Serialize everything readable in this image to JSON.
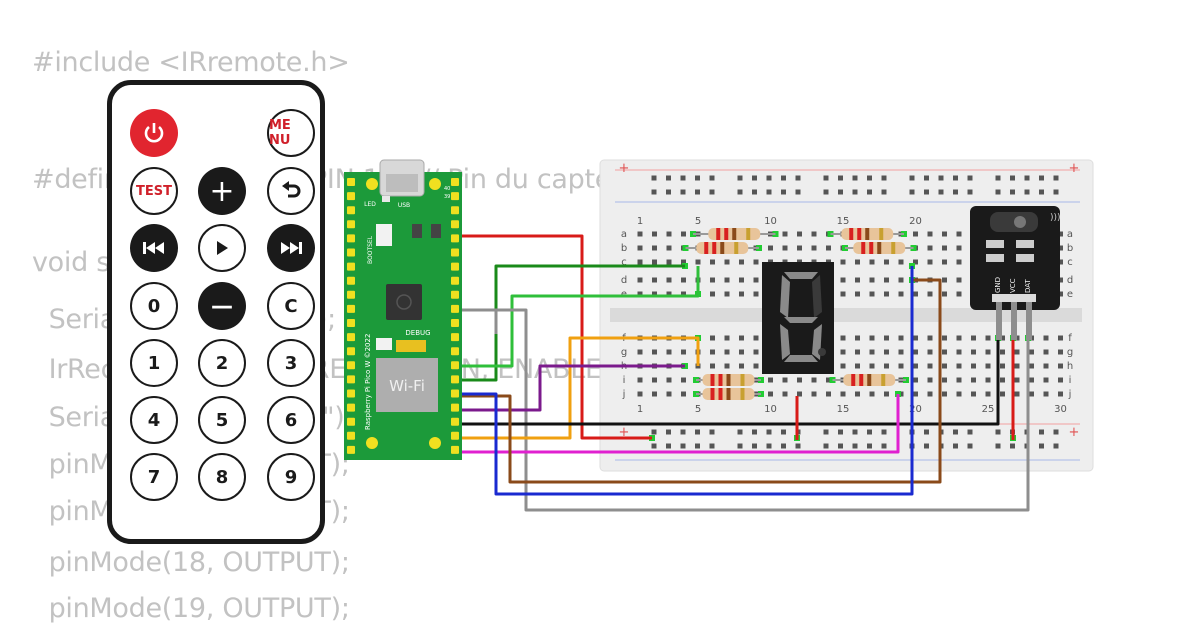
{
  "code": {
    "lines": [
      "#include <IRremote.h>",
      "",
      "#define IR_RECEIVE_PIN 16   // Pin du capteur",
      "",
      "void setup() {",
      "  Serial.begin(115200);",
      "  IrReceiver.begin(IR_RECEIVE_PIN, ENABLE_LED_FEEDBACK); // Pin du capteur",
      "  Serial.println(\"Ready\");",
      "  pinMode(16, OUTPUT);",
      "  pinMode(17, OUTPUT);",
      "  pinMode(18, OUTPUT);",
      "  pinMode(19, OUTPUT);"
    ]
  },
  "remote": {
    "buttons": [
      {
        "id": "power",
        "label": "",
        "icon": "power-icon"
      },
      {
        "id": "menu",
        "label": "ME NU"
      },
      {
        "id": "test",
        "label": "TEST"
      },
      {
        "id": "plus",
        "label": "+"
      },
      {
        "id": "back",
        "label": "",
        "icon": "back-arrow-icon"
      },
      {
        "id": "prev",
        "label": "",
        "icon": "previous-icon"
      },
      {
        "id": "play",
        "label": "",
        "icon": "play-icon"
      },
      {
        "id": "next",
        "label": "",
        "icon": "next-icon"
      },
      {
        "id": "zero",
        "label": "0"
      },
      {
        "id": "minus",
        "label": "—"
      },
      {
        "id": "clear",
        "label": "C"
      },
      {
        "id": "one",
        "label": "1"
      },
      {
        "id": "two",
        "label": "2"
      },
      {
        "id": "three",
        "label": "3"
      },
      {
        "id": "four",
        "label": "4"
      },
      {
        "id": "five",
        "label": "5"
      },
      {
        "id": "six",
        "label": "6"
      },
      {
        "id": "seven",
        "label": "7"
      },
      {
        "id": "eight",
        "label": "8"
      },
      {
        "id": "nine",
        "label": "9"
      }
    ]
  },
  "pico": {
    "usb_label": "USB",
    "led_label": "LED",
    "bootsel_label": "BOOTSEL",
    "debug_label": "DEBUG",
    "wifi_label": "Wi-Fi",
    "model_label": "Raspberry Pi Pico W ©2022",
    "pin_tp1": "1",
    "pin_tp2": "2",
    "pin_39": "39",
    "pin_40": "40"
  },
  "breadboard": {
    "col_numbers": [
      "1",
      "5",
      "10",
      "15",
      "20",
      "25",
      "30"
    ],
    "rows_top": [
      "a",
      "b",
      "c",
      "d",
      "e"
    ],
    "rows_bottom": [
      "f",
      "g",
      "h",
      "i",
      "j"
    ],
    "rail_plus": "+",
    "rail_minus": "−"
  },
  "ir_sensor": {
    "pin_labels": [
      "GND",
      "VCC",
      "DAT"
    ]
  },
  "seven_segment": {
    "lit_segments": [
      "a",
      "f",
      "g",
      "e",
      "d",
      "c"
    ]
  },
  "wire_colors": {
    "red": "#d81b18",
    "green": "#1a8a1a",
    "lightgreen": "#2fbf3a",
    "gray": "#8e8e8e",
    "orange": "#f0a010",
    "purple": "#7b1a8c",
    "black": "#111111",
    "magenta": "#e020d0",
    "brown": "#8a4a1a",
    "blue": "#1a2ad0"
  }
}
